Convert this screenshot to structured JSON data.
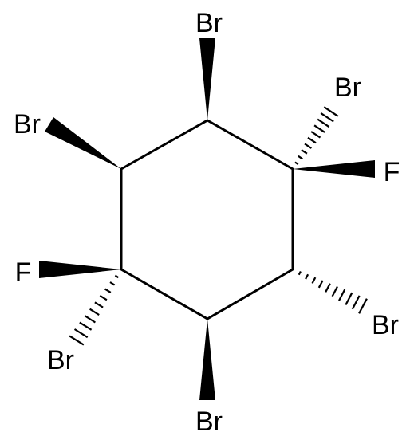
{
  "molecule": {
    "ring": "cyclohexane",
    "substituents": [
      {
        "label": "Br",
        "bond": "wedge"
      },
      {
        "label": "Br",
        "bond": "hash"
      },
      {
        "label": "F",
        "bond": "wedge"
      },
      {
        "label": "Br",
        "bond": "hash"
      },
      {
        "label": "Br",
        "bond": "wedge"
      },
      {
        "label": "F",
        "bond": "wedge"
      },
      {
        "label": "Br",
        "bond": "hash"
      },
      {
        "label": "Br",
        "bond": "wedge"
      }
    ]
  },
  "colors": {
    "bond": "#000000",
    "label": "#000000",
    "background": "#ffffff"
  }
}
